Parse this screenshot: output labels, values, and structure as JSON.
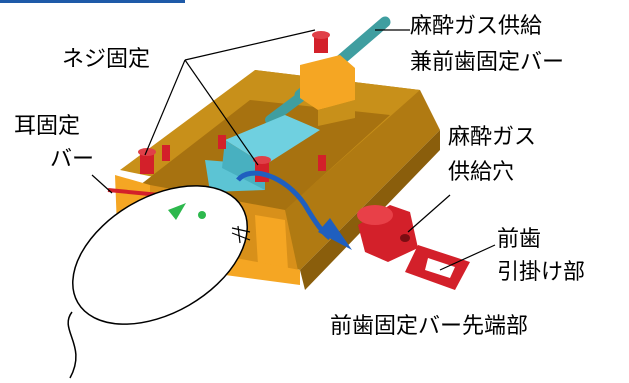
{
  "labels": {
    "screw_fix": "ネジ固定",
    "ear_bar_l1": "耳固定",
    "ear_bar_l2": "バー",
    "gas_supply_bar_l1": "麻酔ガス供給",
    "gas_supply_bar_l2": "兼前歯固定バー",
    "gas_hole_l1": "麻酔ガス",
    "gas_hole_l2": "供給穴",
    "incisor_hook_l1": "前歯",
    "incisor_hook_l2": "引掛け部",
    "bar_tip": "前歯固定バー先端部"
  },
  "colors": {
    "frame_gold": "#b07a12",
    "frame_orange": "#f5a623",
    "bar_teal": "#3f9ea0",
    "block_cyan": "#6fd0e0",
    "screw_red": "#d3202a",
    "arrow_blue": "#1f5fbf",
    "mouse_green": "#2db84d",
    "accent_rule": "#1e5aa8"
  }
}
